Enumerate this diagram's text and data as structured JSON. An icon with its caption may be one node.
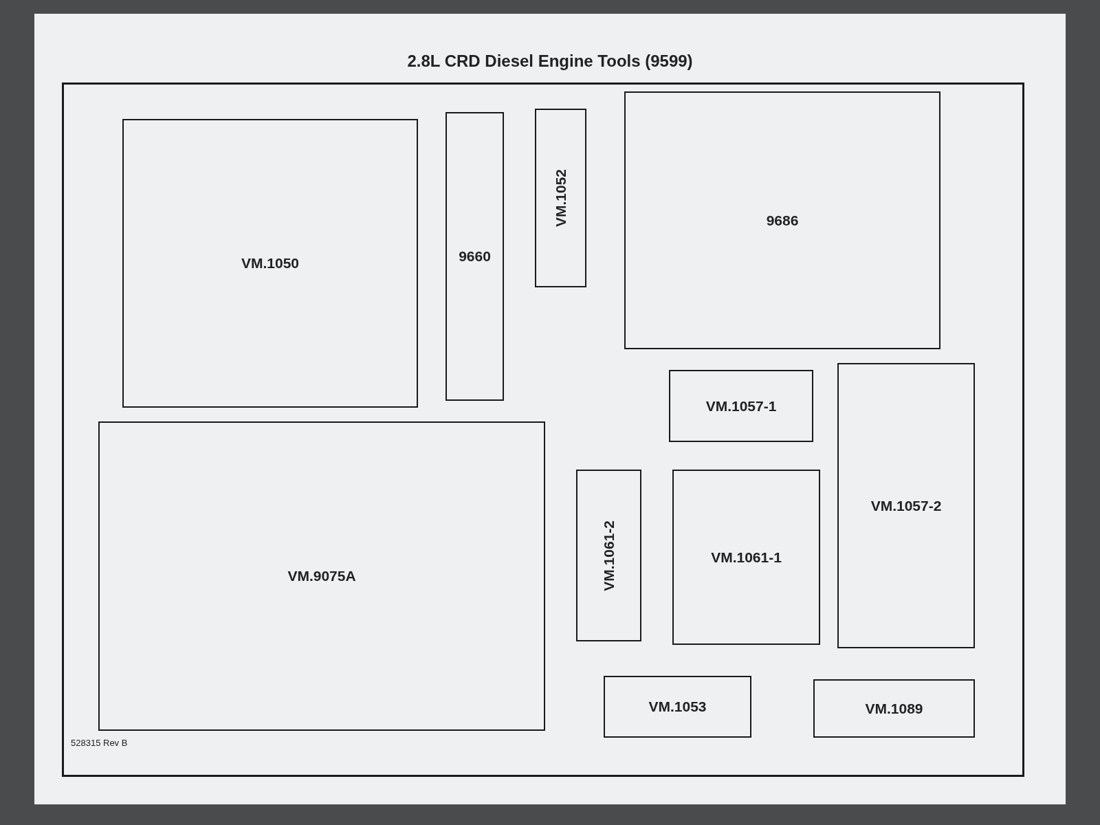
{
  "diagram": {
    "title": "2.8L CRD Diesel Engine Tools (9599)",
    "nodes": [
      {
        "text": [],
        "shape": "box"
      },
      {
        "text": [
          "VM.1050"
        ],
        "in": 0
      },
      {
        "text": [
          "9660"
        ],
        "in": 0
      },
      {
        "text": [
          "VM.1052"
        ],
        "in": 0
      },
      {
        "text": [
          "9686"
        ],
        "in": 0
      },
      {
        "text": [
          "VM.1057-1"
        ],
        "in": 0
      },
      {
        "text": [
          "VM.1057-2"
        ],
        "in": 0
      },
      {
        "text": [
          "VM.9075A"
        ],
        "in": 0
      },
      {
        "text": [
          "VM.1061-2"
        ],
        "in": 0
      },
      {
        "text": [
          "VM.1061-1"
        ],
        "in": 0
      },
      {
        "text": [
          "VM.1053"
        ],
        "in": 0
      },
      {
        "text": [
          "VM.1089"
        ],
        "in": 0
      }
    ],
    "labels": [
      "528315 Rev B"
    ]
  }
}
